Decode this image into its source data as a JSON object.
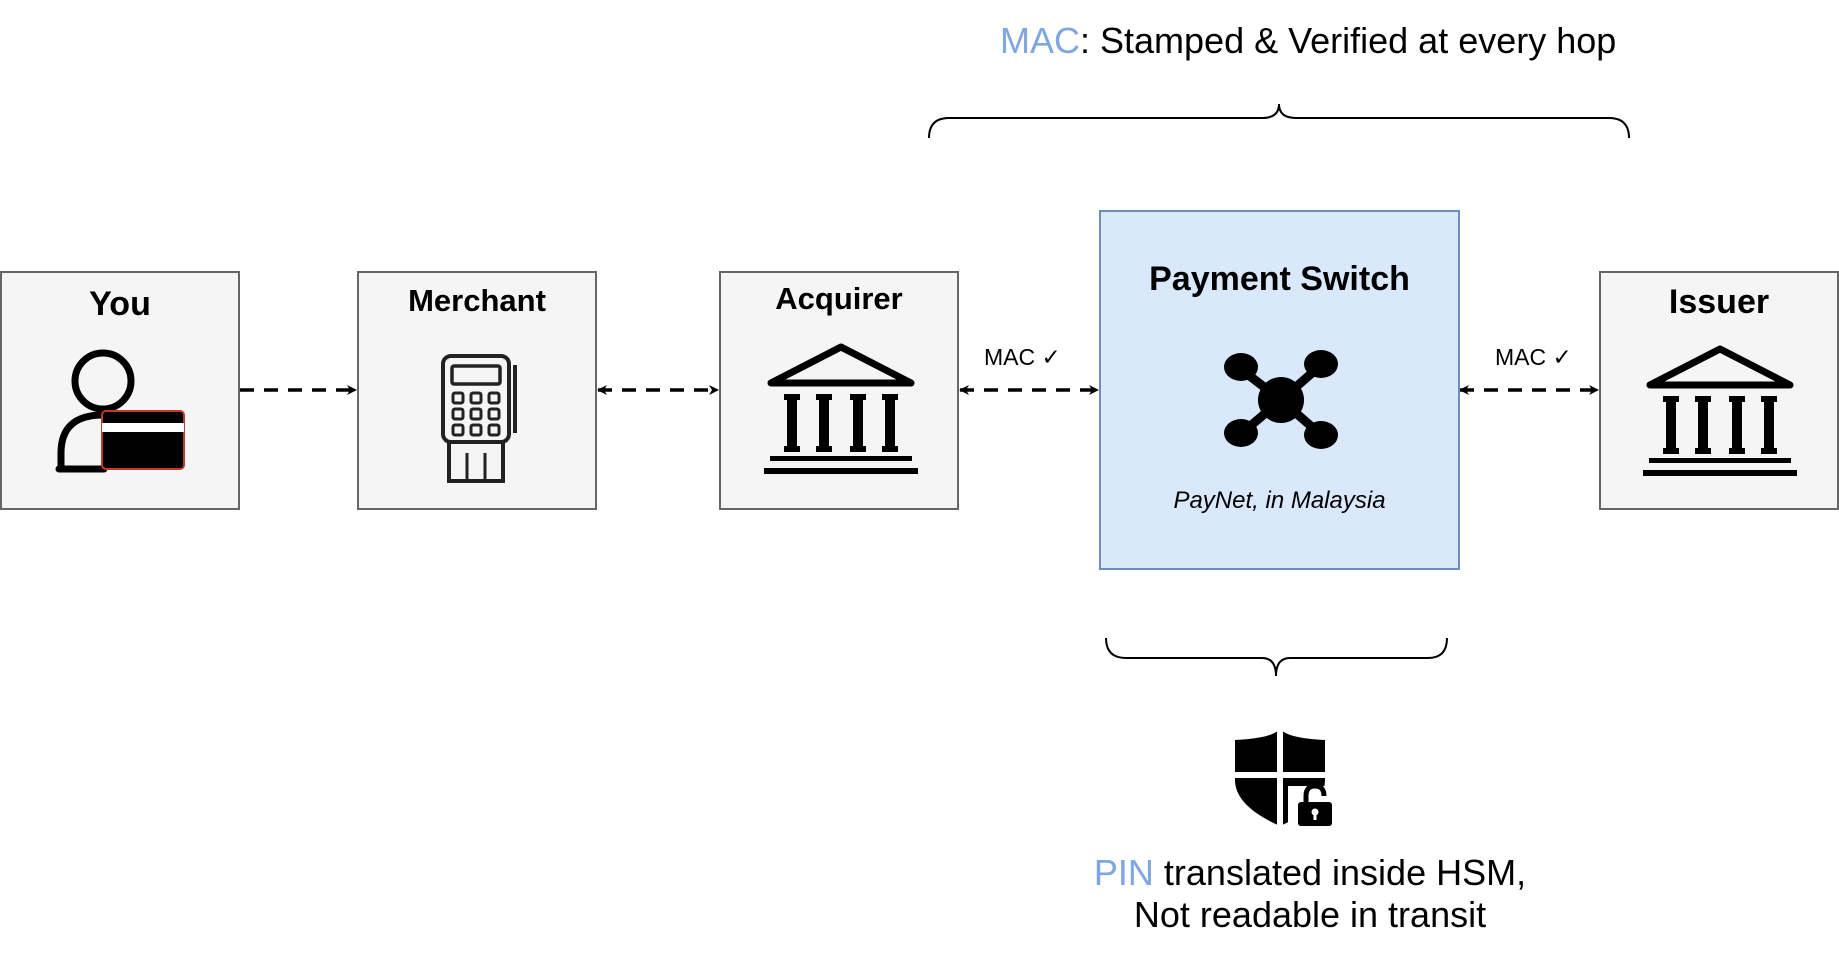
{
  "nodes": {
    "you": {
      "label": "You"
    },
    "merchant": {
      "label": "Merchant"
    },
    "acquirer": {
      "label": "Acquirer"
    },
    "switch": {
      "label": "Payment Switch",
      "sublabel": "PayNet, in Malaysia"
    },
    "issuer": {
      "label": "Issuer"
    }
  },
  "edges": {
    "acquirer_switch_label": "MAC ✓",
    "switch_issuer_label": "MAC ✓"
  },
  "mac_caption": {
    "highlight": "MAC",
    "rest": ": Stamped & Verified at every hop"
  },
  "pin_caption": {
    "highlight": "PIN",
    "line1_rest": " translated inside HSM,",
    "line2": "Not readable in transit"
  },
  "colors": {
    "accent": "#7ea6e0",
    "switch_fill": "#dae8fc",
    "switch_border": "#6c8ebf",
    "node_fill": "#f5f5f5",
    "node_border": "#666666"
  },
  "icons": [
    "person-with-card-icon",
    "card-terminal-icon",
    "bank-icon",
    "network-hub-icon",
    "bank-icon",
    "shield-lock-icon"
  ]
}
